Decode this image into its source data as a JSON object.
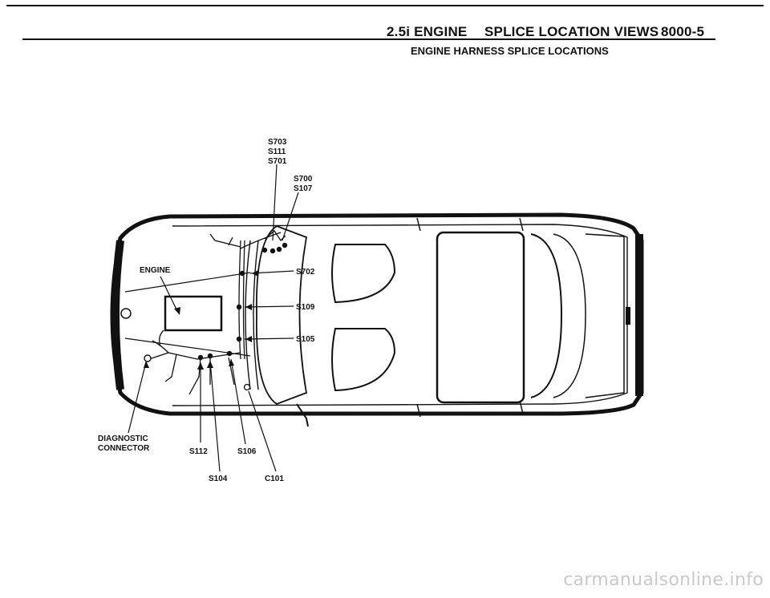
{
  "header": {
    "engine": "2.5i ENGINE",
    "section": "SPLICE LOCATION VIEWS",
    "page": "8000-5",
    "subtitle": "ENGINE HARNESS SPLICE LOCATIONS"
  },
  "labels": {
    "s703": "S703",
    "s111": "S111",
    "s701": "S701",
    "s700": "S700",
    "s107": "S107",
    "s702": "S702",
    "s109": "S109",
    "s105": "S105",
    "engine": "ENGINE",
    "diagnostic_1": "DIAGNOSTIC",
    "diagnostic_2": "CONNECTOR",
    "s112": "S112",
    "s106": "S106",
    "s104": "S104",
    "c101": "C101"
  },
  "watermark": "carmanualsonline.info"
}
